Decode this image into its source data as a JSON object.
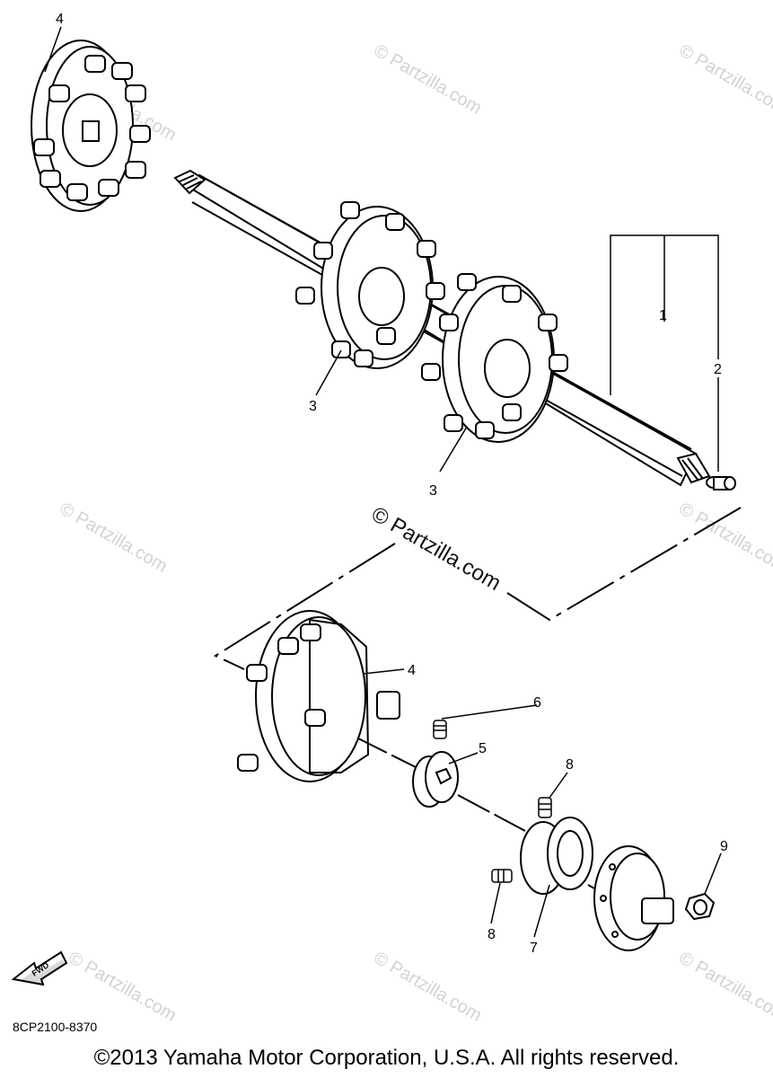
{
  "diagram_code": "8CP2100-8370",
  "copyright": "©2013 Yamaha Motor Corporation, U.S.A. All rights reserved.",
  "watermark": "© Partzilla.com",
  "fwd_label": "FWD",
  "callouts": {
    "p1": "1",
    "p2": "2",
    "p3a": "3",
    "p3b": "3",
    "p4a": "4",
    "p4b": "4",
    "p5": "5",
    "p6": "6",
    "p7": "7",
    "p8a": "8",
    "p8b": "8",
    "p9": "9"
  }
}
